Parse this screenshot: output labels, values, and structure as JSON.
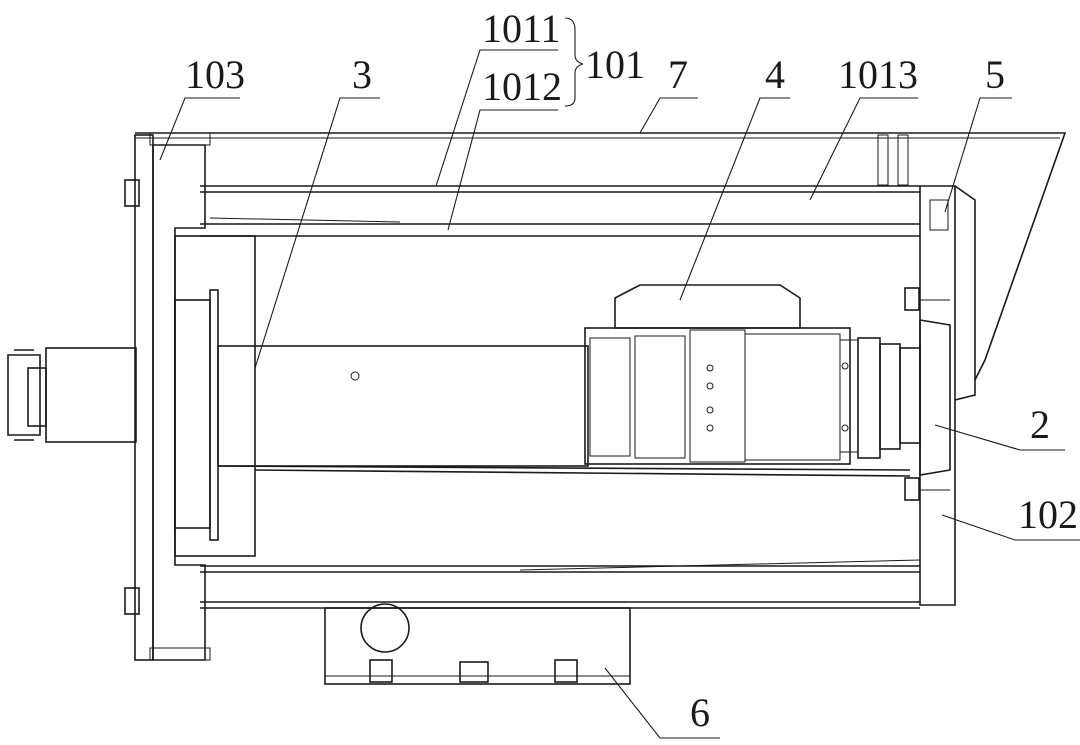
{
  "labels": {
    "l103": "103",
    "l3": "3",
    "l1011": "1011",
    "l1012": "1012",
    "l101": "101",
    "l7": "7",
    "l4": "4",
    "l1013": "1013",
    "l5": "5",
    "l2": "2",
    "l102": "102",
    "l6": "6"
  }
}
